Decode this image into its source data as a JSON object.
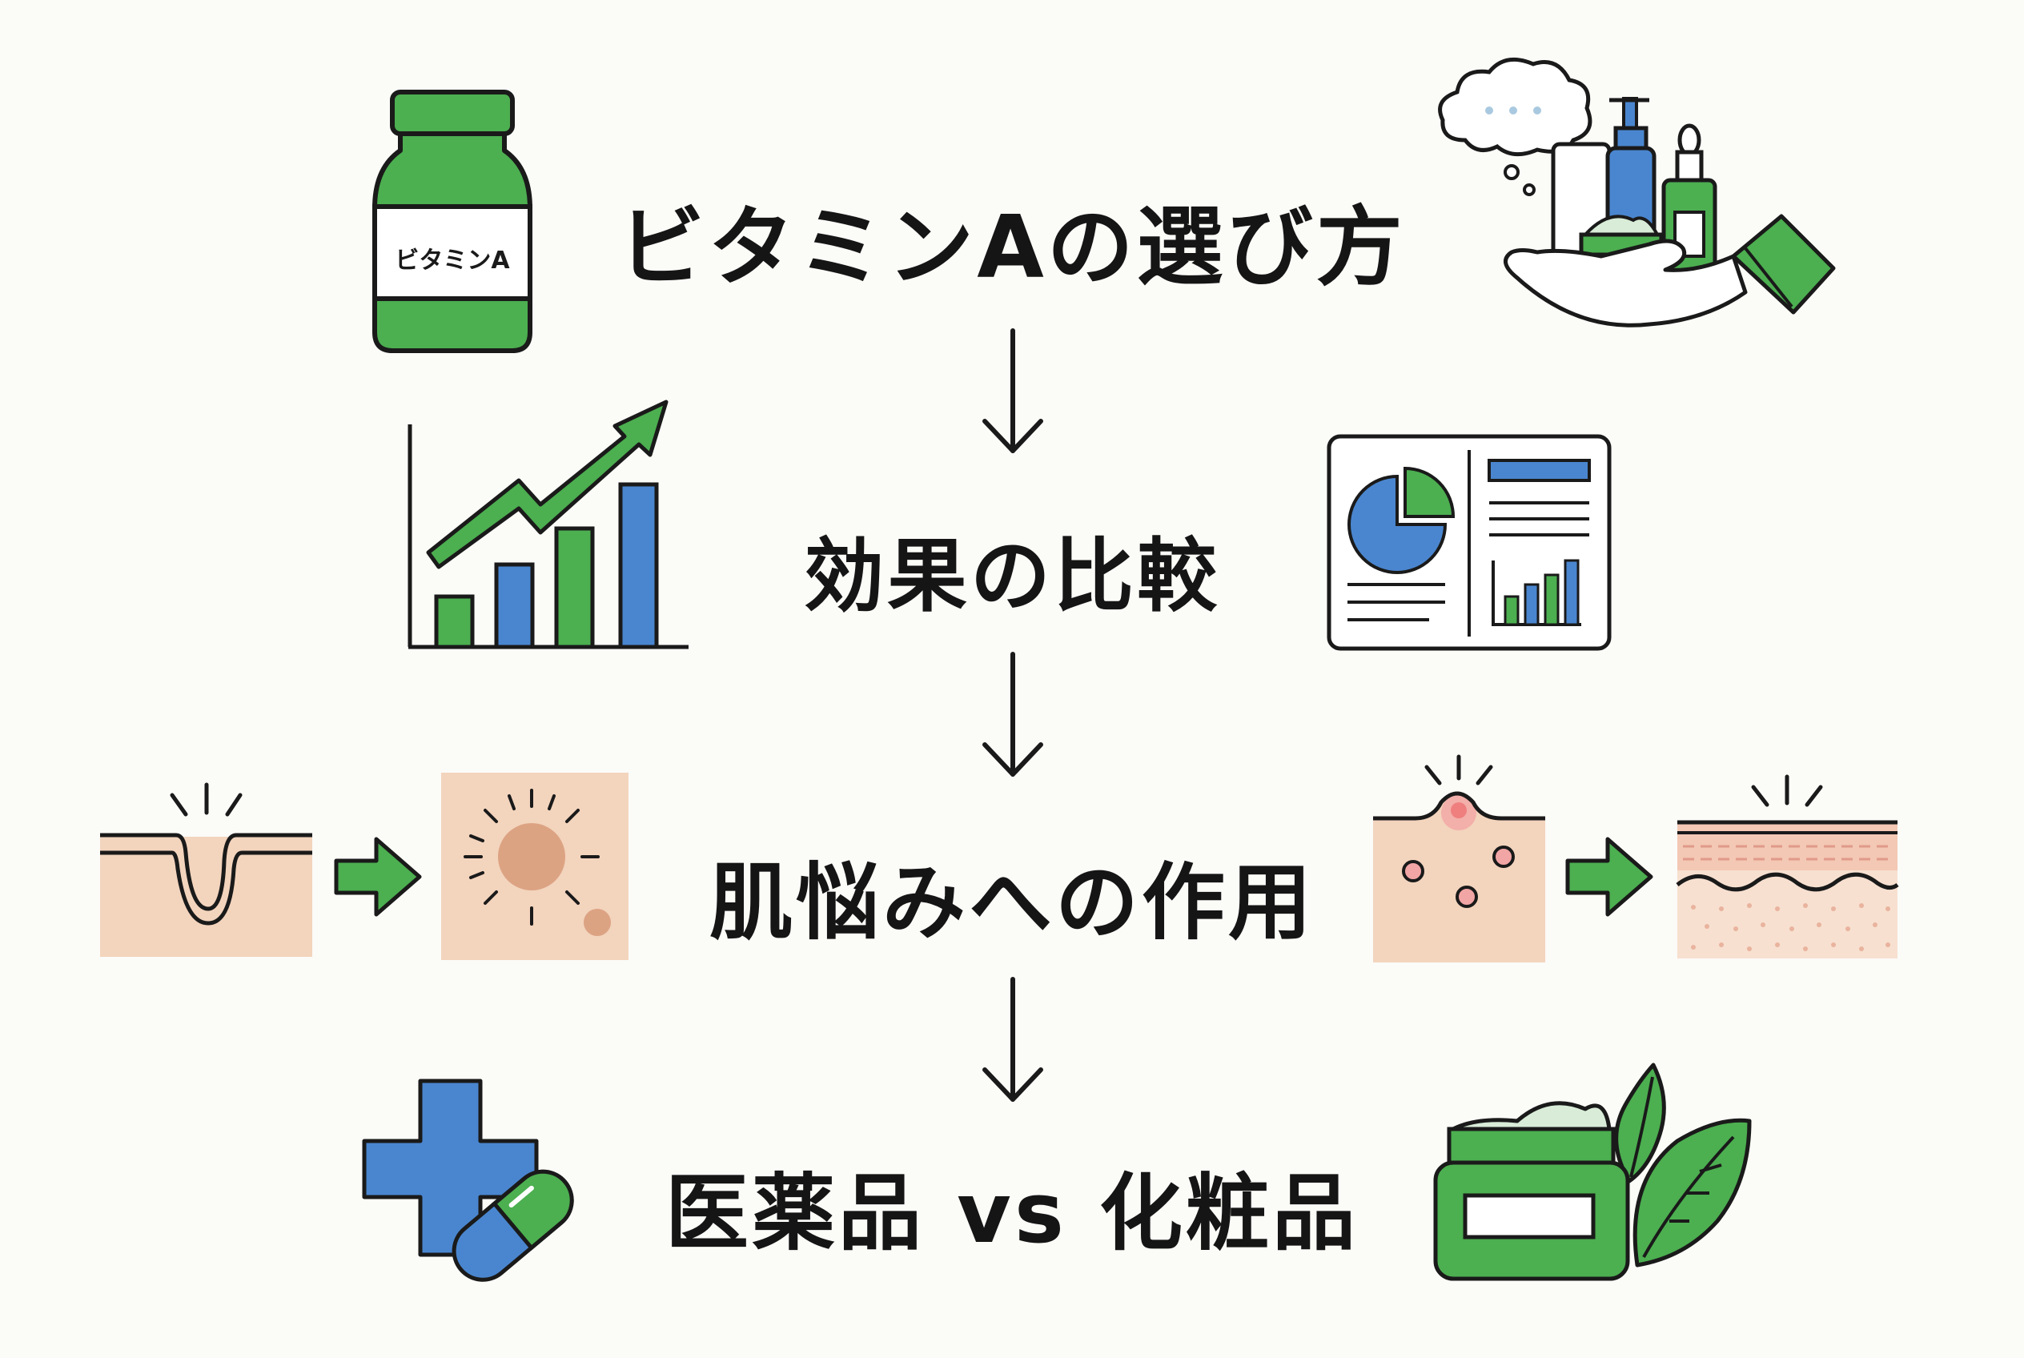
{
  "flow": {
    "steps": [
      {
        "title": "ビタミンAの選び方"
      },
      {
        "title": "効果の比較"
      },
      {
        "title": "肌悩みへの作用"
      },
      {
        "title": "医薬品 vs 化粧品"
      }
    ]
  },
  "icons": {
    "bottle_label": "ビタミンA"
  },
  "colors": {
    "green": "#4caf50",
    "blue": "#4a86cf",
    "outline": "#1a1a1a",
    "skin": "#f3d4bd",
    "background": "#fbfbf8"
  }
}
